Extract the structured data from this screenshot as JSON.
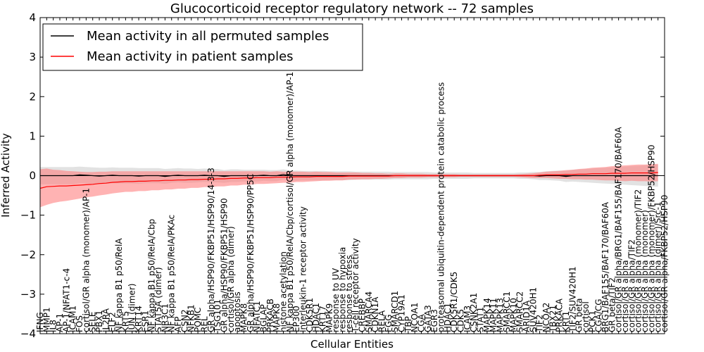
{
  "chart_data": {
    "type": "line",
    "title": "Glucocorticoid receptor regulatory network -- 72 samples",
    "xlabel": "Cellular Entities",
    "ylabel": "Inferred Activity",
    "ylim": [
      -4,
      4
    ],
    "yticks": [
      "−4",
      "−3",
      "−2",
      "−1",
      "0",
      "1",
      "2",
      "3",
      "4"
    ],
    "ytick_values": [
      -4,
      -3,
      -2,
      -1,
      0,
      1,
      2,
      3,
      4
    ],
    "grid": false,
    "legend_position": "top-left",
    "zero_line": 0,
    "categories": [
      "IFNG",
      "MMP1",
      "IL8",
      "AP-1",
      "AP-1/NFAT1-c-4",
      "ICAM1",
      "FOS",
      "cortisol/GR alpha (monomer)/AP-1",
      "SELE",
      "PBX1",
      "IL2RA",
      "ELF2",
      "NF kappa B1 p50/RelA",
      "KRT5",
      "JUN (dimer)",
      "KRT14",
      "ESR1",
      "NF kappa B1 p50/RelA/Cbp",
      "STAT5A (dimer)",
      "NR3C1",
      "NF kappa B1 p50/RelA/PKAc",
      "AFP",
      "CSN2",
      "NFKB1",
      "POMC",
      "REL",
      "GR alpha/HSP90/FKBP51/HSP90/14-3-3",
      "TSG101",
      "GR alpha/HSP90/FKBP51/HSP90",
      "cortisol/GR alpha (dimer)",
      "apoptosis",
      "MAPK8",
      "GR alpha/HSP90/FKBP51/HSP90/PP5C",
      "NFATC1",
      "BGLAP",
      "PRKACB",
      "MAPK8",
      "histone acetylation",
      "NF kappa B1 p50/RelA/Cbp/cortisol/GR alpha (monomer)/AP-1",
      "EP300",
      "Interleukin-1 receptor activity",
      "CDK5R1",
      "HDAC1",
      "KRT17",
      "MAPK9",
      "response to UV",
      "response to hypoxia",
      "response to stress",
      "T-cell receptor activity",
      "CREBBP",
      "SMARCA4",
      "CDKN1A",
      "RELA",
      "FGG",
      "SMARCD1",
      "CYP19A1",
      "TBP",
      "NCOA1",
      "CGA",
      "GATA3",
      "EGR3",
      "proteasomal ubiquitin-dependent protein catabolic process",
      "HDAC1",
      "CDK5R1/CDK5",
      "CDK5",
      "ICAM3",
      "CSNK2A1",
      "STAT1",
      "MAPK14",
      "MAPK11",
      "MAPK13",
      "SMARCC1",
      "MAPK10",
      "SMARCC2",
      "ARID1A",
      "SUV420H1",
      "TIF2",
      "NCOA2",
      "TBX21",
      "PRKACA",
      "KRT1",
      "TIF2/SUV420H1",
      "GR beta",
      "cortisol",
      "PCK1",
      "CGA/CG",
      "BRG1/BAF155/BAF170/BAF60A",
      "GR beta/TIF2",
      "cortisol/GR alpha/BRG1/BAF155/BAF170/BAF60A",
      "cortisol/GR alpha",
      "cortisol/GR alpha/TIF2",
      "cortisol/GR alpha (monomer)/TIF2",
      "cortisol/GR alpha (monomer)",
      "cortisol/GR alpha (monomer)/FKBP52/HSP90",
      "cortisol/GR alpha (dimer)/Src-1",
      "cortisol/GR alpha/FKBP52/HSP90"
    ],
    "series": [
      {
        "name": "Mean activity in all permuted samples",
        "color": "#000000",
        "band_color": "#bfbfbf",
        "mean": [
          0.0,
          0.0,
          0.0,
          0.0,
          0.0,
          0.0,
          0.02,
          0.01,
          0.0,
          -0.01,
          0.0,
          0.01,
          0.0,
          0.0,
          0.0,
          -0.01,
          0.0,
          0.0,
          0.0,
          -0.02,
          0.0,
          0.01,
          0.0,
          0.0,
          0.0,
          0.01,
          0.0,
          0.0,
          -0.02,
          0.0,
          0.0,
          0.0,
          0.0,
          0.0,
          0.01,
          0.0,
          0.0,
          0.03,
          0.0,
          0.0,
          0.0,
          0.0,
          0.0,
          0.0,
          0.0,
          0.0,
          0.0,
          0.0,
          0.0,
          0.0,
          0.0,
          0.0,
          0.0,
          0.0,
          0.0,
          0.0,
          0.0,
          0.0,
          0.0,
          0.0,
          0.0,
          0.0,
          0.0,
          0.0,
          0.0,
          0.0,
          0.0,
          0.0,
          0.0,
          0.0,
          0.0,
          0.0,
          0.0,
          0.0,
          0.0,
          0.0,
          -0.01,
          0.0,
          0.0,
          0.0,
          -0.02,
          0.0,
          0.0,
          0.0,
          0.0,
          0.0,
          0.0,
          0.0,
          0.0,
          0.0,
          0.0,
          0.0,
          0.0,
          0.0,
          0.0
        ],
        "band_half_width": [
          0.22,
          0.22,
          0.22,
          0.22,
          0.22,
          0.22,
          0.21,
          0.21,
          0.21,
          0.21,
          0.2,
          0.2,
          0.2,
          0.2,
          0.2,
          0.2,
          0.19,
          0.19,
          0.19,
          0.19,
          0.18,
          0.18,
          0.18,
          0.18,
          0.17,
          0.17,
          0.17,
          0.17,
          0.16,
          0.16,
          0.16,
          0.15,
          0.15,
          0.15,
          0.14,
          0.14,
          0.14,
          0.13,
          0.13,
          0.13,
          0.12,
          0.12,
          0.12,
          0.12,
          0.11,
          0.11,
          0.11,
          0.11,
          0.1,
          0.1,
          0.1,
          0.1,
          0.1,
          0.1,
          0.09,
          0.09,
          0.09,
          0.09,
          0.09,
          0.09,
          0.08,
          0.08,
          0.08,
          0.08,
          0.08,
          0.08,
          0.07,
          0.07,
          0.07,
          0.07,
          0.07,
          0.07,
          0.07,
          0.08,
          0.08,
          0.09,
          0.1,
          0.11,
          0.12,
          0.13,
          0.14,
          0.15,
          0.16,
          0.17,
          0.18,
          0.19,
          0.2,
          0.21,
          0.22,
          0.23,
          0.24,
          0.25,
          0.26,
          0.27,
          0.28
        ]
      },
      {
        "name": "Mean activity in patient samples",
        "color": "#ff0000",
        "band_color": "#ff8080",
        "mean": [
          -0.32,
          -0.28,
          -0.27,
          -0.26,
          -0.26,
          -0.25,
          -0.24,
          -0.23,
          -0.22,
          -0.2,
          -0.19,
          -0.17,
          -0.16,
          -0.15,
          -0.15,
          -0.14,
          -0.14,
          -0.13,
          -0.13,
          -0.12,
          -0.12,
          -0.11,
          -0.11,
          -0.1,
          -0.1,
          -0.09,
          -0.09,
          -0.08,
          -0.08,
          -0.07,
          -0.07,
          -0.06,
          -0.06,
          -0.05,
          -0.05,
          -0.05,
          -0.04,
          -0.04,
          -0.04,
          -0.03,
          -0.03,
          -0.03,
          -0.02,
          -0.02,
          -0.02,
          -0.02,
          -0.02,
          -0.01,
          -0.01,
          -0.01,
          -0.01,
          -0.01,
          -0.01,
          -0.01,
          0.0,
          0.0,
          0.0,
          0.0,
          0.0,
          0.0,
          0.0,
          0.0,
          0.0,
          0.0,
          0.0,
          0.0,
          0.0,
          0.0,
          0.0,
          0.0,
          0.0,
          0.0,
          0.0,
          0.0,
          0.0,
          0.0,
          0.01,
          0.02,
          0.02,
          0.02,
          0.03,
          0.03,
          0.04,
          0.04,
          0.05,
          0.05,
          0.05,
          0.06,
          0.06,
          0.06,
          0.07,
          0.07,
          0.07,
          0.07,
          0.08
        ],
        "band_half_width": [
          0.48,
          0.46,
          0.42,
          0.4,
          0.38,
          0.36,
          0.34,
          0.32,
          0.31,
          0.3,
          0.29,
          0.28,
          0.27,
          0.26,
          0.26,
          0.25,
          0.25,
          0.24,
          0.24,
          0.23,
          0.23,
          0.22,
          0.22,
          0.21,
          0.21,
          0.2,
          0.2,
          0.19,
          0.19,
          0.18,
          0.18,
          0.17,
          0.17,
          0.16,
          0.16,
          0.15,
          0.15,
          0.14,
          0.14,
          0.13,
          0.13,
          0.12,
          0.12,
          0.11,
          0.11,
          0.1,
          0.1,
          0.09,
          0.09,
          0.08,
          0.08,
          0.07,
          0.07,
          0.06,
          0.06,
          0.06,
          0.05,
          0.05,
          0.05,
          0.04,
          0.04,
          0.04,
          0.04,
          0.04,
          0.03,
          0.03,
          0.03,
          0.03,
          0.03,
          0.03,
          0.03,
          0.03,
          0.03,
          0.04,
          0.05,
          0.06,
          0.07,
          0.08,
          0.09,
          0.1,
          0.11,
          0.12,
          0.13,
          0.14,
          0.15,
          0.16,
          0.17,
          0.18,
          0.19,
          0.2,
          0.2,
          0.21,
          0.21,
          0.22,
          0.22
        ]
      }
    ]
  }
}
